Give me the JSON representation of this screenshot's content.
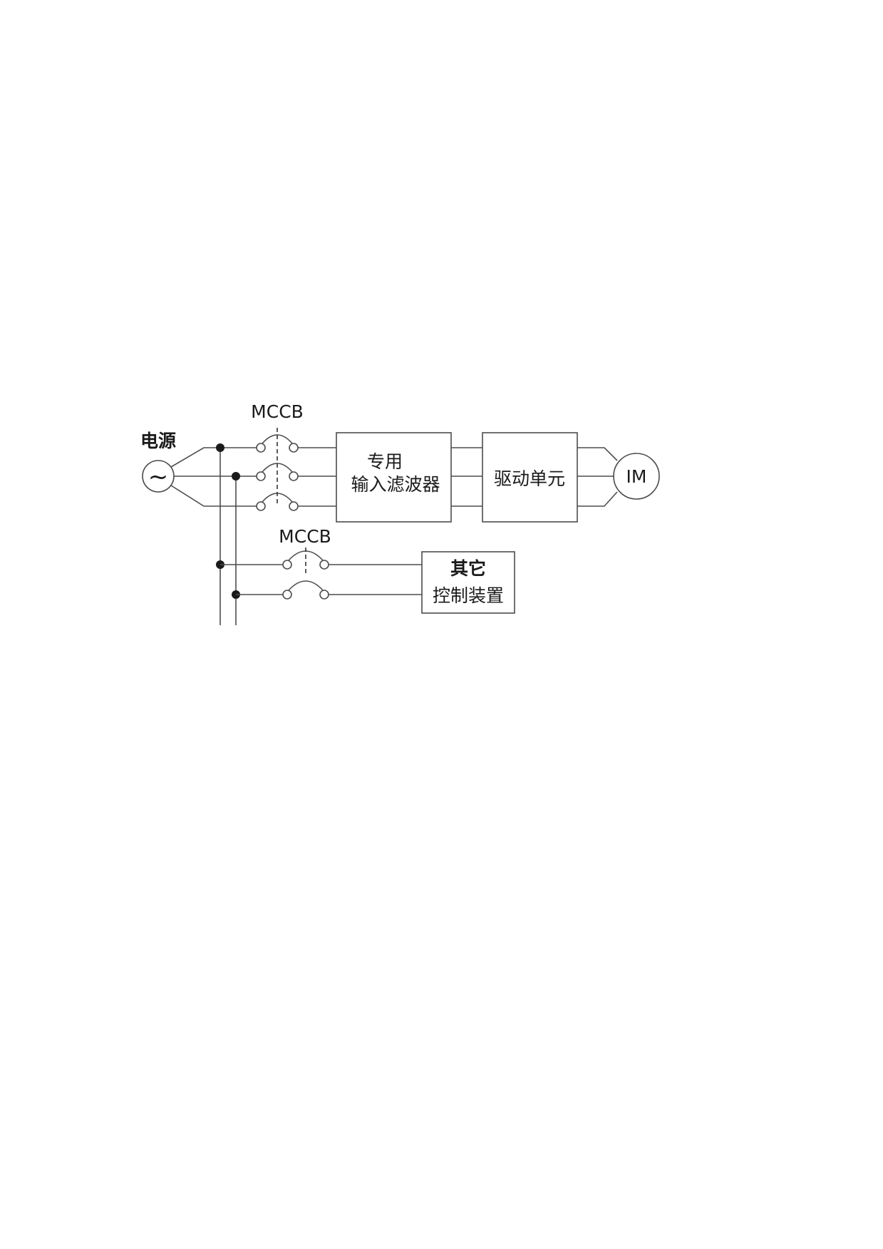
{
  "power_label": "电源",
  "breaker_top_label": "MCCB",
  "breaker_bottom_label": "MCCB",
  "filter_box": {
    "line1": "专用",
    "line2": "输入滤波器"
  },
  "drive_box": {
    "label": "驱动单元"
  },
  "motor": {
    "label": "IM"
  },
  "other_box": {
    "line1": "其它",
    "line2": "控制装置"
  },
  "source_symbol": "~"
}
